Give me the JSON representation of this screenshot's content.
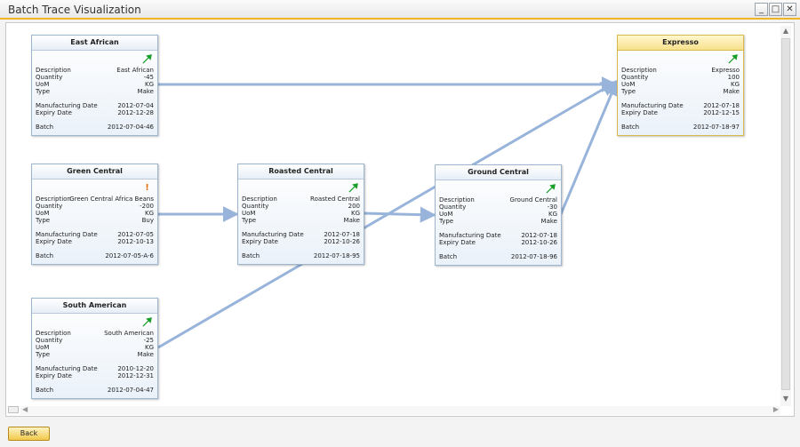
{
  "window": {
    "title": "Batch Trace Visualization",
    "minimize": "_",
    "maximize": "□",
    "close": "✕"
  },
  "scroll": {
    "up": "▲",
    "down": "▼",
    "left": "◀",
    "right": "▶"
  },
  "labels": {
    "description": "Description",
    "quantity": "Quantity",
    "uom": "UoM",
    "type": "Type",
    "mfg": "Manufacturing Date",
    "expiry": "Expiry Date",
    "batch": "Batch"
  },
  "nodes": [
    {
      "title": "East African",
      "icon": "green-arrow-icon",
      "description": "East African",
      "quantity": "-45",
      "uom": "KG",
      "type": "Make",
      "mfg": "2012-07-04",
      "expiry": "2012-12-28",
      "batch": "2012-07-04-46"
    },
    {
      "title": "Green Central",
      "icon": "warning-icon",
      "icon_glyph": "!",
      "description": "Green Central Africa Beans",
      "quantity": "-200",
      "uom": "KG",
      "type": "Buy",
      "mfg": "2012-07-05",
      "expiry": "2012-10-13",
      "batch": "2012-07-05-A-6"
    },
    {
      "title": "South American",
      "icon": "green-arrow-icon",
      "description": "South American",
      "quantity": "-25",
      "uom": "KG",
      "type": "Make",
      "mfg": "2010-12-20",
      "expiry": "2012-12-31",
      "batch": "2012-07-04-47"
    },
    {
      "title": "Roasted Central",
      "icon": "green-arrow-icon",
      "description": "Roasted Central",
      "quantity": "200",
      "uom": "KG",
      "type": "Make",
      "mfg": "2012-07-18",
      "expiry": "2012-10-26",
      "batch": "2012-07-18-95"
    },
    {
      "title": "Ground Central",
      "icon": "green-arrow-icon",
      "description": "Ground Central",
      "quantity": "-30",
      "uom": "KG",
      "type": "Make",
      "mfg": "2012-07-18",
      "expiry": "2012-10-26",
      "batch": "2012-07-18-96"
    },
    {
      "title": "Expresso",
      "icon": "green-arrow-icon",
      "description": "Expresso",
      "quantity": "100",
      "uom": "KG",
      "type": "Make",
      "mfg": "2012-07-18",
      "expiry": "2012-12-15",
      "batch": "2012-07-18-97"
    }
  ],
  "footer": {
    "back_label": "Back"
  },
  "colors": {
    "accent": "#f0b323",
    "connector": "#8eacd6",
    "icon_green": "#1a9e2a",
    "warning": "#e36f0c"
  }
}
